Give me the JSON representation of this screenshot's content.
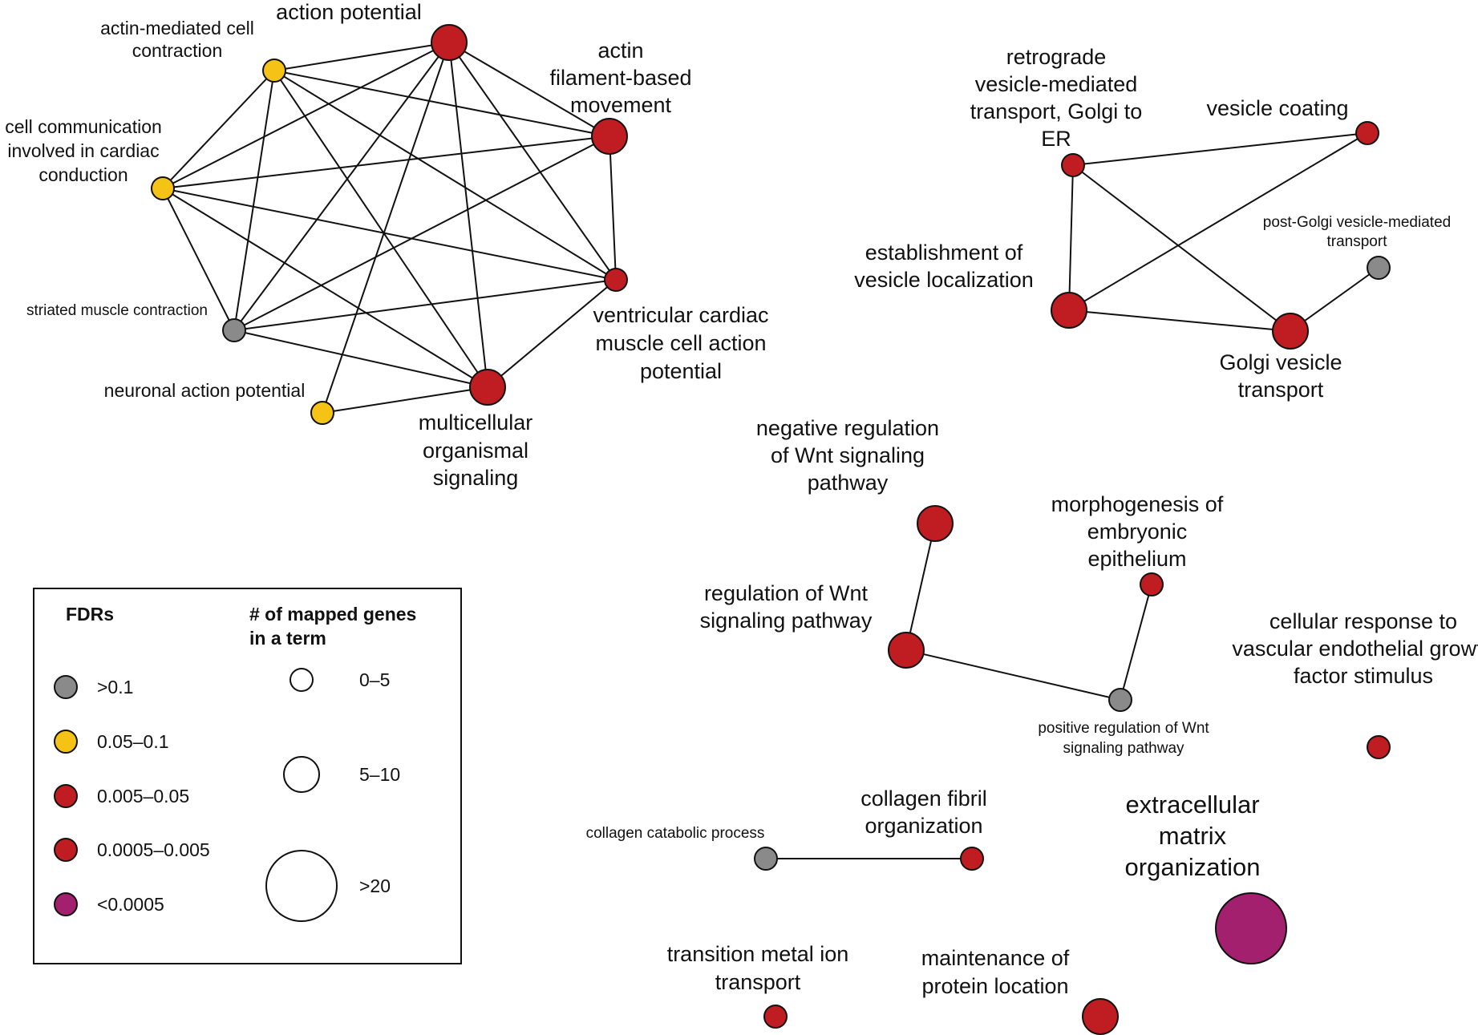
{
  "colors": {
    "gray": "#8a8a8a",
    "yellow": "#f5c316",
    "red": "#c01d22",
    "purple": "#a3206f",
    "edge": "#111111"
  },
  "nodes": [
    {
      "id": "action-potential",
      "label": "action potential",
      "fdr": "red",
      "size": "large"
    },
    {
      "id": "actin-mediated",
      "label": "actin-mediated cell contraction",
      "fdr": "yellow",
      "size": "small"
    },
    {
      "id": "actin-filament",
      "label": "actin filament-based movement",
      "fdr": "red",
      "size": "large"
    },
    {
      "id": "cell-communication",
      "label": "cell communication involved in cardiac conduction",
      "fdr": "yellow",
      "size": "small"
    },
    {
      "id": "ventricular",
      "label": "ventricular cardiac muscle cell action potential",
      "fdr": "red",
      "size": "small"
    },
    {
      "id": "striated",
      "label": "striated muscle contraction",
      "fdr": "gray",
      "size": "small"
    },
    {
      "id": "neuronal",
      "label": "neuronal action potential",
      "fdr": "yellow",
      "size": "small"
    },
    {
      "id": "multicellular",
      "label": "multicellular organismal signaling",
      "fdr": "red",
      "size": "large"
    },
    {
      "id": "retrograde",
      "label": "retrograde vesicle-mediated transport, Golgi to ER",
      "fdr": "red",
      "size": "small"
    },
    {
      "id": "vesicle-coating",
      "label": "vesicle coating",
      "fdr": "red",
      "size": "small"
    },
    {
      "id": "post-golgi",
      "label": "post-Golgi vesicle-mediated transport",
      "fdr": "gray",
      "size": "small"
    },
    {
      "id": "establishment",
      "label": "establishment of vesicle localization",
      "fdr": "red",
      "size": "large"
    },
    {
      "id": "golgi-vesicle",
      "label": "Golgi vesicle transport",
      "fdr": "red",
      "size": "large"
    },
    {
      "id": "neg-wnt",
      "label": "negative regulation of Wnt signaling pathway",
      "fdr": "red",
      "size": "large"
    },
    {
      "id": "morphogenesis",
      "label": "morphogenesis of embryonic epithelium",
      "fdr": "red",
      "size": "small"
    },
    {
      "id": "reg-wnt",
      "label": "regulation of Wnt signaling pathway",
      "fdr": "red",
      "size": "large"
    },
    {
      "id": "pos-wnt",
      "label": "positive regulation of Wnt signaling pathway",
      "fdr": "gray",
      "size": "small"
    },
    {
      "id": "vegf",
      "label": "cellular response to vascular endothelial growth factor stimulus",
      "fdr": "red",
      "size": "small"
    },
    {
      "id": "collagen-catabolic",
      "label": "collagen catabolic process",
      "fdr": "gray",
      "size": "small"
    },
    {
      "id": "collagen-fibril",
      "label": "collagen fibril organization",
      "fdr": "red",
      "size": "small"
    },
    {
      "id": "ecm",
      "label": "extracellular matrix organization",
      "fdr": "purple",
      "size": "xlarge"
    },
    {
      "id": "transition-metal",
      "label": "transition metal ion transport",
      "fdr": "red",
      "size": "small"
    },
    {
      "id": "maintenance",
      "label": "maintenance of protein location",
      "fdr": "red",
      "size": "large"
    }
  ],
  "edges": [
    [
      "action-potential",
      "actin-mediated"
    ],
    [
      "action-potential",
      "cell-communication"
    ],
    [
      "action-potential",
      "striated"
    ],
    [
      "action-potential",
      "neuronal"
    ],
    [
      "action-potential",
      "multicellular"
    ],
    [
      "action-potential",
      "ventricular"
    ],
    [
      "action-potential",
      "actin-filament"
    ],
    [
      "actin-mediated",
      "cell-communication"
    ],
    [
      "actin-mediated",
      "striated"
    ],
    [
      "actin-mediated",
      "actin-filament"
    ],
    [
      "actin-mediated",
      "ventricular"
    ],
    [
      "actin-mediated",
      "multicellular"
    ],
    [
      "cell-communication",
      "striated"
    ],
    [
      "cell-communication",
      "actin-filament"
    ],
    [
      "cell-communication",
      "ventricular"
    ],
    [
      "cell-communication",
      "multicellular"
    ],
    [
      "striated",
      "actin-filament"
    ],
    [
      "striated",
      "ventricular"
    ],
    [
      "striated",
      "multicellular"
    ],
    [
      "actin-filament",
      "ventricular"
    ],
    [
      "ventricular",
      "multicellular"
    ],
    [
      "neuronal",
      "multicellular"
    ],
    [
      "retrograde",
      "vesicle-coating"
    ],
    [
      "retrograde",
      "establishment"
    ],
    [
      "retrograde",
      "golgi-vesicle"
    ],
    [
      "vesicle-coating",
      "establishment"
    ],
    [
      "establishment",
      "golgi-vesicle"
    ],
    [
      "golgi-vesicle",
      "post-golgi"
    ],
    [
      "neg-wnt",
      "reg-wnt"
    ],
    [
      "reg-wnt",
      "pos-wnt"
    ],
    [
      "pos-wnt",
      "morphogenesis"
    ],
    [
      "collagen-catabolic",
      "collagen-fibril"
    ]
  ],
  "legend": {
    "fdr_title": "FDRs",
    "fdr_items": [
      {
        "label": ">0.1",
        "color": "gray"
      },
      {
        "label": "0.05–0.1",
        "color": "yellow"
      },
      {
        "label": "0.005–0.05",
        "color": "red"
      },
      {
        "label": "0.0005–0.005",
        "color": "red"
      },
      {
        "label": "<0.0005",
        "color": "purple"
      }
    ],
    "size_title_line1": "# of mapped genes",
    "size_title_line2": "in a term",
    "size_items": [
      {
        "label": "0–5",
        "size": "small"
      },
      {
        "label": "5–10",
        "size": "large"
      },
      {
        "label": ">20",
        "size": "xlarge"
      }
    ]
  }
}
